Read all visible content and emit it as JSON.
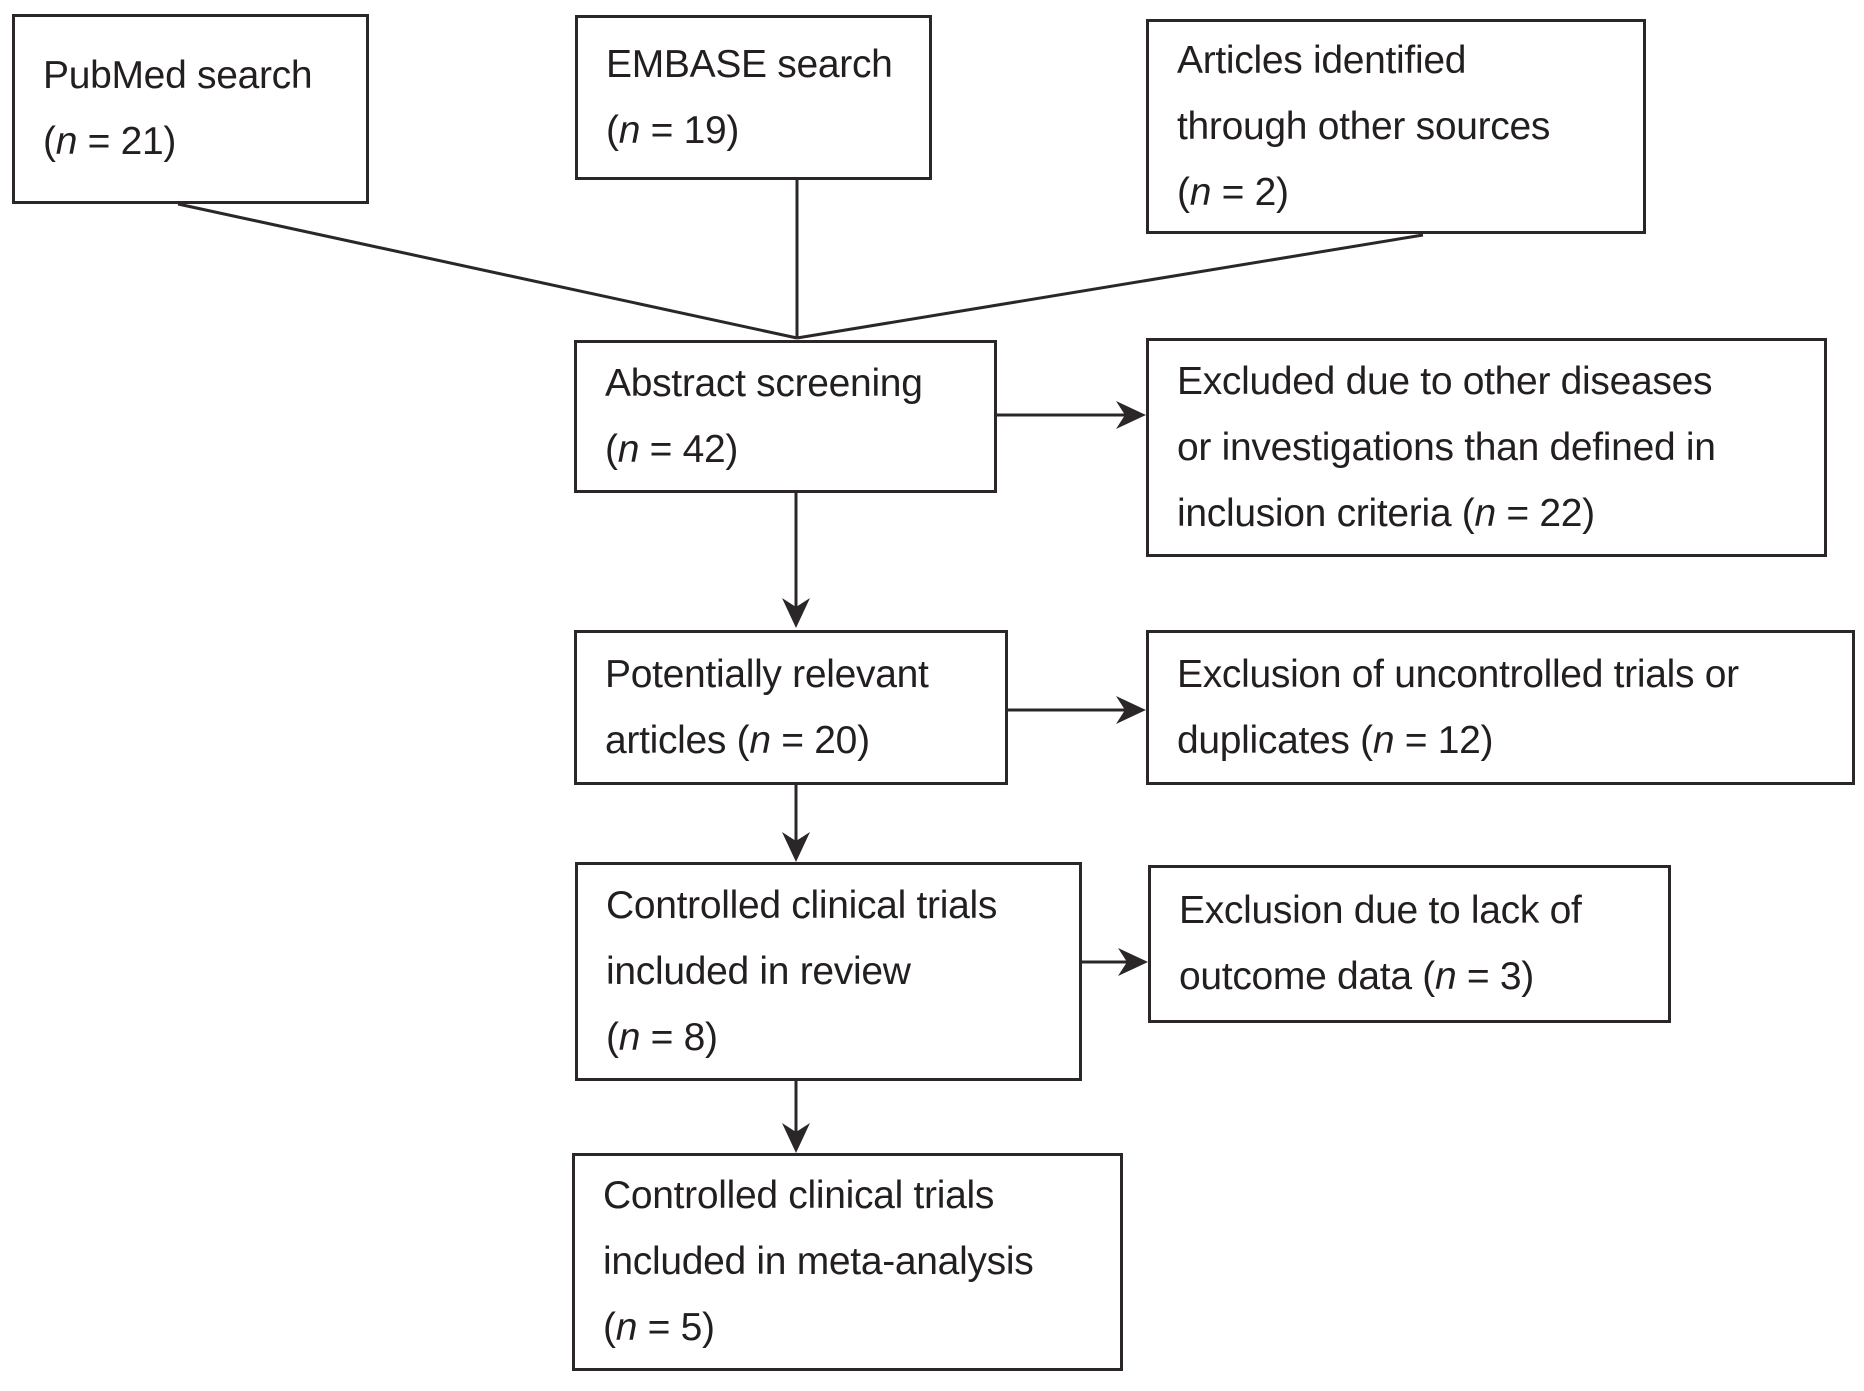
{
  "diagram": {
    "colors": {
      "line": "#2b2728",
      "text": "#231f20",
      "background": "#ffffff"
    },
    "boxes": {
      "pubmed": {
        "lines": [
          "PubMed search",
          "(n = 21)"
        ]
      },
      "embase": {
        "lines": [
          "EMBASE search",
          "(n = 19)"
        ]
      },
      "other_sources": {
        "lines": [
          "Articles identified",
          "through other sources",
          "(n = 2)"
        ]
      },
      "abstract_screening": {
        "lines": [
          "Abstract screening",
          "(n = 42)"
        ]
      },
      "excluded_other_diseases": {
        "lines": [
          "Excluded due to other diseases",
          "or investigations than defined in",
          "inclusion criteria (n = 22)"
        ]
      },
      "potentially_relevant": {
        "lines": [
          "Potentially relevant",
          "articles (n = 20)"
        ]
      },
      "excluded_uncontrolled": {
        "lines": [
          "Exclusion of uncontrolled trials or",
          "duplicates (n = 12)"
        ]
      },
      "controlled_review": {
        "lines": [
          "Controlled clinical trials",
          "included in review",
          "(n = 8)"
        ]
      },
      "excluded_outcome": {
        "lines": [
          "Exclusion due to lack of",
          "outcome data (n = 3)"
        ]
      },
      "controlled_meta": {
        "lines": [
          "Controlled clinical trials",
          "included in meta-analysis",
          "(n = 5)"
        ]
      }
    }
  }
}
